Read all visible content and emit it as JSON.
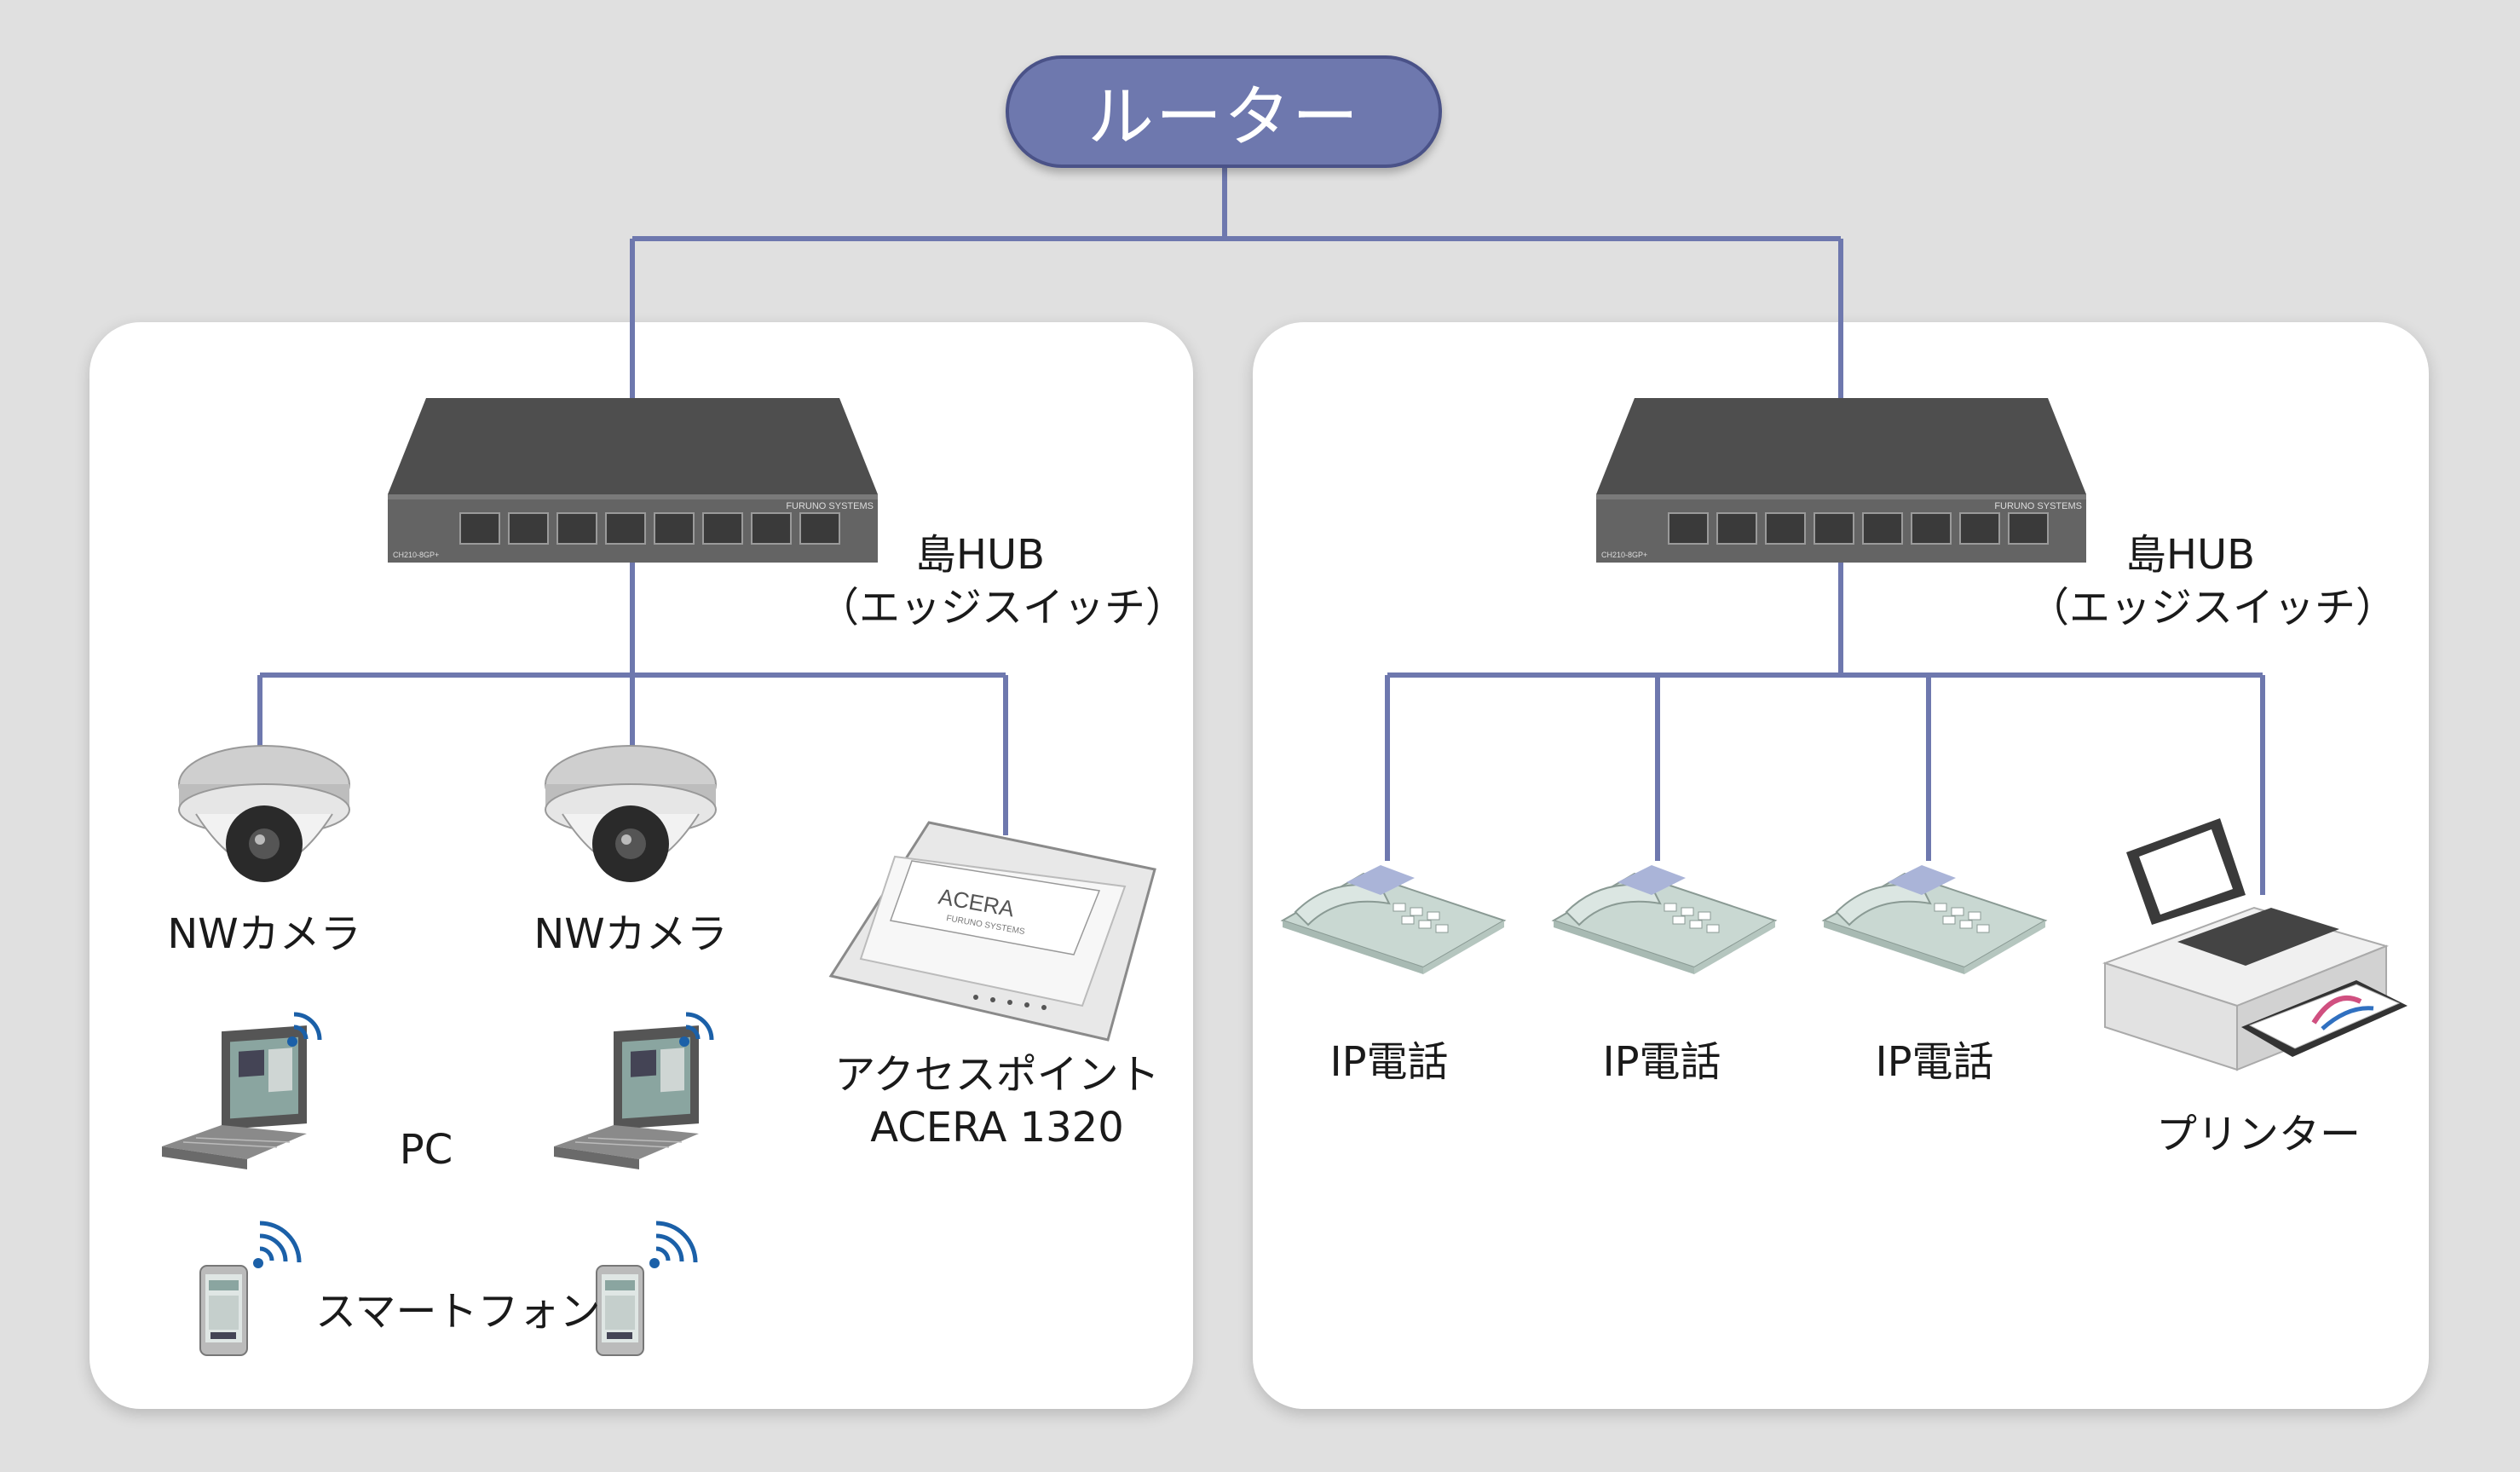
{
  "router": {
    "label": "ルーター"
  },
  "left": {
    "hub": {
      "label1": "島HUB",
      "label2": "（エッジスイッチ）",
      "brand": "FURUNO SYSTEMS",
      "model": "CH210-8GP+"
    },
    "camera_label": "NWカメラ",
    "camera_label_2": "NWカメラ",
    "ap": {
      "line1": "アクセスポイント",
      "line2": "ACERA 1320",
      "brand": "ACERA",
      "sub": "FURUNO SYSTEMS"
    },
    "pc_label": "PC",
    "phone_label": "スマートフォン"
  },
  "right": {
    "hub": {
      "label1": "島HUB",
      "label2": "（エッジスイッチ）",
      "brand": "FURUNO SYSTEMS",
      "model": "CH210-8GP+"
    },
    "ipphone_labels": [
      "IP電話",
      "IP電話",
      "IP電話"
    ],
    "printer_label": "プリンター"
  },
  "colors": {
    "link": "#6e78ae",
    "router_fill": "#6e78ae",
    "panel": "#ffffff",
    "background": "#e0e0e0"
  }
}
